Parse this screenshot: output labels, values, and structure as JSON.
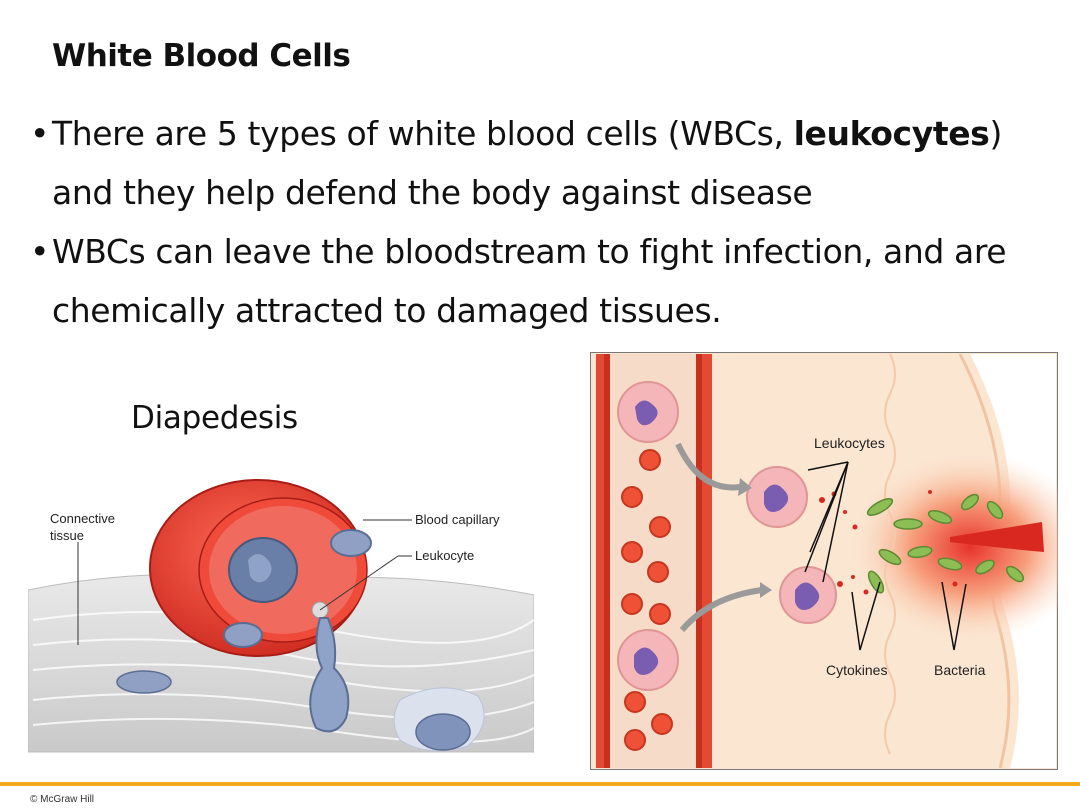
{
  "slide": {
    "title": "White Blood Cells",
    "bullets": [
      {
        "marker": "•",
        "text_before": "There are 5 types of white blood cells (WBCs, ",
        "text_bold": "leukocytes",
        "text_after": ") and they help defend the body against disease"
      },
      {
        "marker": "•",
        "text_before": "WBCs can leave the bloodstream to fight infection, and are chemically attracted to damaged tissues.",
        "text_bold": "",
        "text_after": ""
      }
    ],
    "figure_left": {
      "caption": "Diapedesis",
      "labels": {
        "connective_1": "Connective",
        "connective_2": "tissue",
        "capillary": "Blood capillary",
        "leukocyte": "Leukocyte"
      }
    },
    "figure_right": {
      "labels": {
        "leukocytes": "Leukocytes",
        "cytokines": "Cytokines",
        "bacteria": "Bacteria"
      }
    },
    "footer": {
      "copyright": "© McGraw Hill",
      "accent_color": "#f2a91c"
    }
  }
}
